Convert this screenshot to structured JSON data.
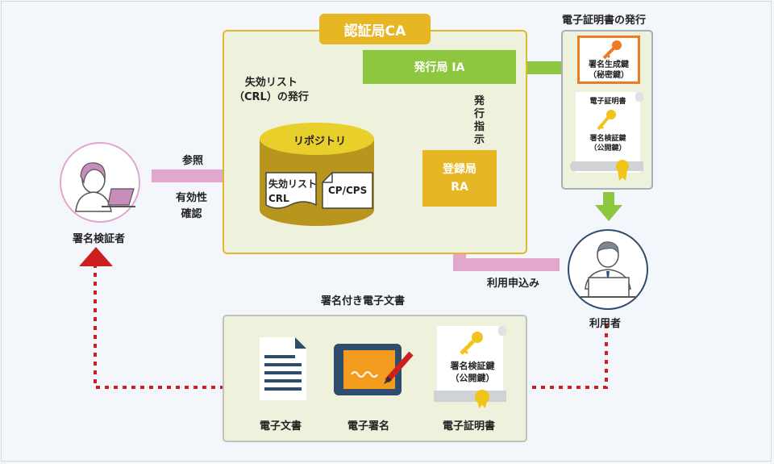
{
  "ca": {
    "label": "認証局CA"
  },
  "ia": {
    "label": "発行局 IA"
  },
  "ra": {
    "line1": "登録局",
    "line2": "RA"
  },
  "repository": {
    "label": "リポジトリ"
  },
  "crl_doc": {
    "line1": "失効リスト",
    "line2": "CRL"
  },
  "cpcps_doc": {
    "label": "CP/CPS"
  },
  "crl_issue": {
    "line1": "失効リスト",
    "line2": "（CRL）の発行"
  },
  "issue_instruction": {
    "chars": [
      "発",
      "行",
      "指",
      "示"
    ]
  },
  "cert_issuance": {
    "title": "電子証明書の発行"
  },
  "private_key": {
    "line1": "署名生成鍵",
    "line2": "（秘密鍵）"
  },
  "certificate": {
    "title": "電子証明書",
    "line1": "署名検証鍵",
    "line2": "（公開鍵）"
  },
  "verifier": {
    "label": "署名検証者"
  },
  "user": {
    "label": "利用者"
  },
  "reference": {
    "label": "参照",
    "validity_line1": "有効性",
    "validity_line2": "確認"
  },
  "apply": {
    "label": "利用申込み"
  },
  "signed_doc": {
    "title": "署名付き電子文書",
    "items": [
      "電子文書",
      "電子署名",
      "電子証明書"
    ],
    "cert_line1": "署名検証鍵",
    "cert_line2": "（公開鍵）"
  },
  "colors": {
    "green": "#8dc63f",
    "gold": "#e6b625",
    "pink": "#e3a6cc",
    "red": "#cc1f1f",
    "orange": "#ee7a24",
    "navy": "#2e4d6d",
    "olive": "#b8961e"
  }
}
